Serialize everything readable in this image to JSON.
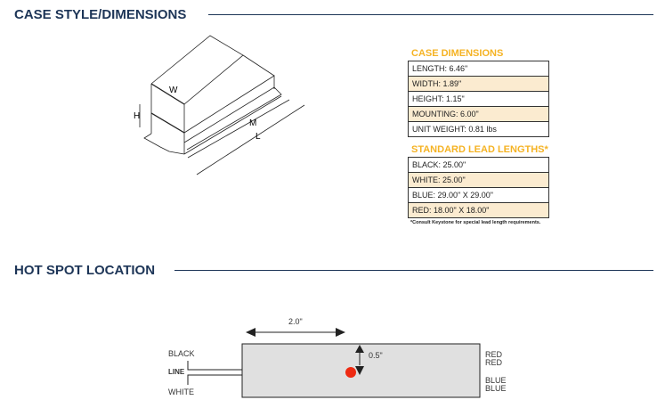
{
  "sections": {
    "case": "CASE STYLE/DIMENSIONS",
    "hotspot": "HOT SPOT LOCATION"
  },
  "case_dimensions": {
    "title": "CASE DIMENSIONS",
    "rows": [
      "LENGTH: 6.46\"",
      "WIDTH: 1.89\"",
      "HEIGHT: 1.15\"",
      "MOUNTING: 6.00\"",
      "UNIT WEIGHT: 0.81 lbs"
    ]
  },
  "lead_lengths": {
    "title": "STANDARD LEAD LENGTHS*",
    "rows": [
      "BLACK: 25.00\"",
      "WHITE: 25.00\"",
      "BLUE: 29.00\" X 29.00\"",
      "RED: 18.00\" X 18.00\""
    ],
    "note": "*Consult Keystone for special lead length requirements."
  },
  "diagram": {
    "w": "W",
    "h": "H",
    "m": "M",
    "l": "L"
  },
  "hotspot": {
    "horizontal": "2.0\"",
    "vertical": "0.5\"",
    "black": "BLACK",
    "line": "LINE",
    "white": "WHITE",
    "red1": "RED",
    "red2": "RED",
    "blue1": "BLUE",
    "blue2": "BLUE"
  },
  "colors": {
    "navy": "#1d3557",
    "gold": "#f5b324",
    "hotspot": "#ee2a12"
  }
}
